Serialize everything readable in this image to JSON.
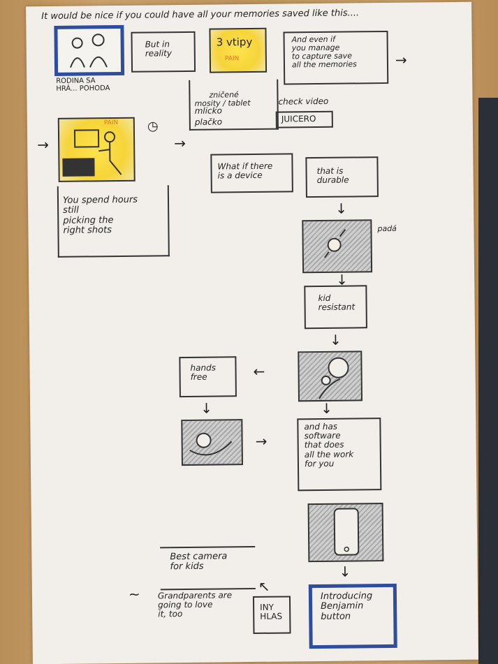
{
  "title": "It would be nice if you could have all your memories saved like this....",
  "panel1": {
    "label": "RODINA SA\nHRÁ... POHODA"
  },
  "panel2": {
    "text": "But in\nreality"
  },
  "panel3": {
    "text": "3 vtipy",
    "pain": "PAIN"
  },
  "panel4": {
    "text": "And even if\nyou manage\nto capture save\nall the memories"
  },
  "list": {
    "items": [
      "zničené\nmosity / tablet",
      "mlicko",
      "plačko"
    ]
  },
  "check_video": {
    "text": "check video",
    "juicero": "JUICERO"
  },
  "panel5": {
    "pain": "PAIN"
  },
  "note1": {
    "text": "You spend hours\nstill\npicking the\nright shots"
  },
  "q1": {
    "text": "What if there\nis a device"
  },
  "q2": {
    "text": "that is\ndurable"
  },
  "pada": {
    "text": "padá"
  },
  "kid_resistant": {
    "text": "kid\nresistant"
  },
  "hands_free": {
    "text": "hands\nfree"
  },
  "software": {
    "text": "and has\nsoftware\nthat does\nall the work\nfor you"
  },
  "introducing": {
    "text": "Introducing\nBenjamin\nbutton"
  },
  "best_camera": {
    "text": "Best camera\nfor kids"
  },
  "grandparents": {
    "text": "Grandparents are\ngoing to love\nit, too"
  },
  "iny_hlas": {
    "text": "INY\nHLAS"
  }
}
